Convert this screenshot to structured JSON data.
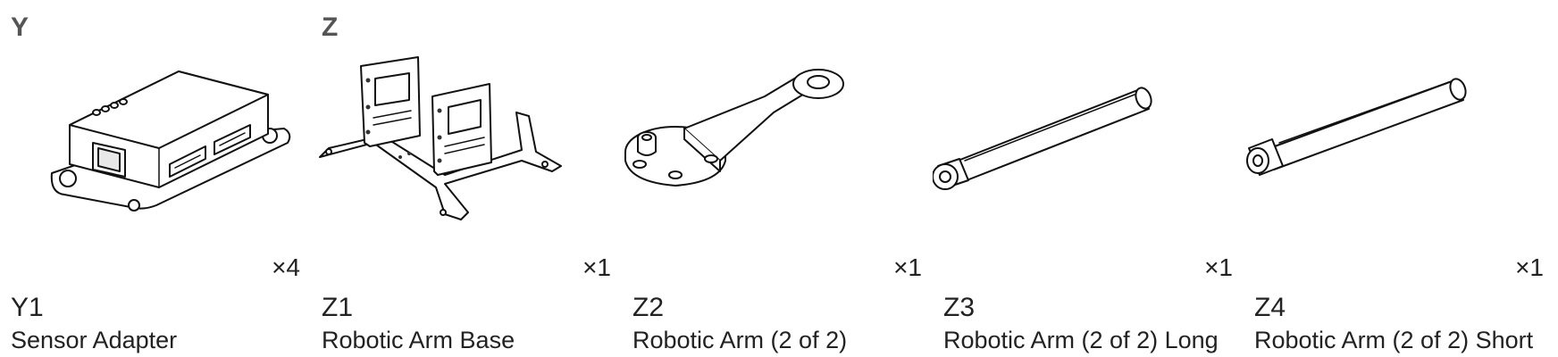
{
  "groups": [
    {
      "letter": "Y"
    },
    {
      "letter": "Z"
    }
  ],
  "parts": [
    {
      "code": "Y1",
      "name": "Sensor Adapter",
      "qty": "×4",
      "icon": "sensor-adapter-icon"
    },
    {
      "code": "Z1",
      "name": "Robotic Arm Base",
      "qty": "×1",
      "icon": "robotic-arm-base-icon"
    },
    {
      "code": "Z2",
      "name": "Robotic Arm (2 of 2)",
      "qty": "×1",
      "icon": "robotic-arm-link-icon"
    },
    {
      "code": "Z3",
      "name": "Robotic Arm (2 of 2) Long",
      "qty": "×1",
      "icon": "long-rod-icon"
    },
    {
      "code": "Z4",
      "name": "Robotic Arm (2 of 2) Short",
      "qty": "×1",
      "icon": "short-rod-icon"
    }
  ]
}
